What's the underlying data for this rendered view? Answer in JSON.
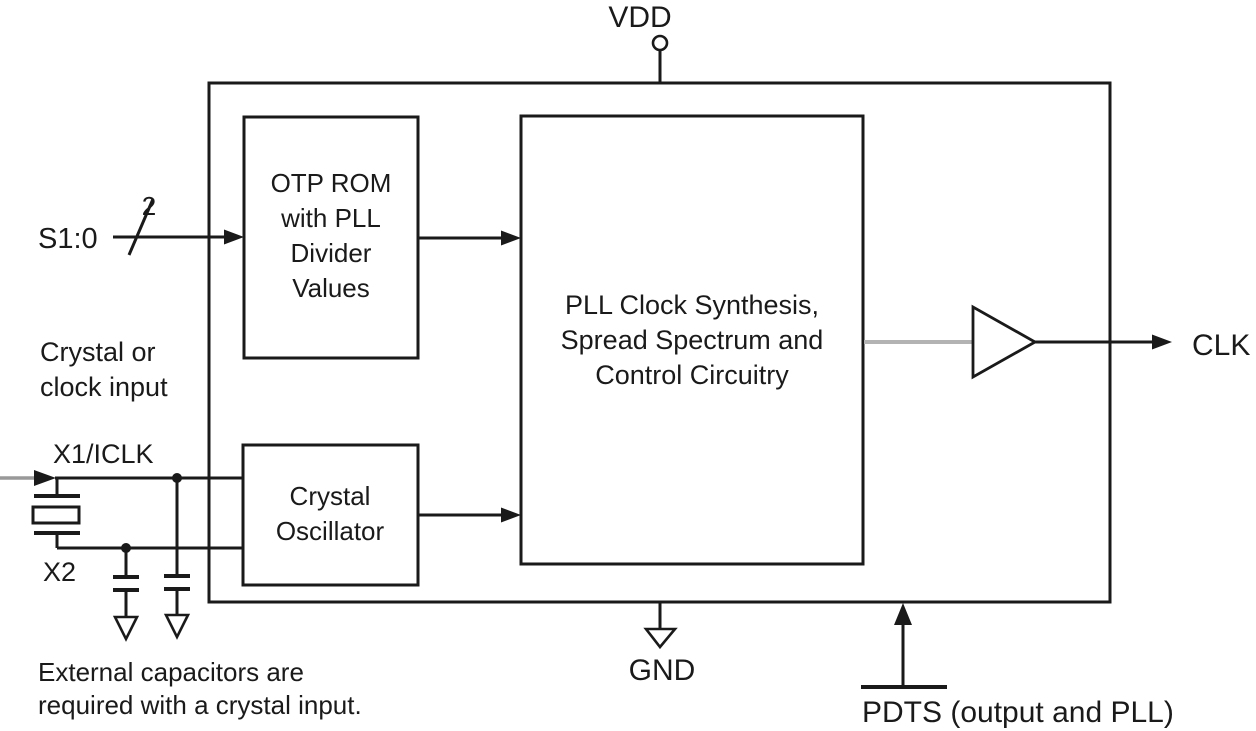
{
  "colors": {
    "wire": "#1a1a1a",
    "gray_wire": "#b3b3b3",
    "background": "#ffffff"
  },
  "pins": {
    "vdd": "VDD",
    "gnd": "GND",
    "clk": "CLK",
    "pdts": "PDTS (output and PLL)",
    "select": "S1:0",
    "select_bus_width": "2",
    "x1": "X1/ICLK",
    "x2": "X2"
  },
  "blocks": {
    "otp_rom": {
      "lines": [
        "OTP ROM",
        "with PLL",
        "Divider",
        "Values"
      ]
    },
    "pll": {
      "lines": [
        "PLL Clock Synthesis,",
        "Spread Spectrum and",
        "Control Circuitry"
      ]
    },
    "crystal_osc": {
      "lines": [
        "Crystal",
        "Oscillator"
      ]
    }
  },
  "annotations": {
    "crystal_input": {
      "lines": [
        "Crystal or",
        "clock input"
      ]
    },
    "external_caps": {
      "lines": [
        "External capacitors are",
        "required with a crystal input."
      ]
    }
  }
}
